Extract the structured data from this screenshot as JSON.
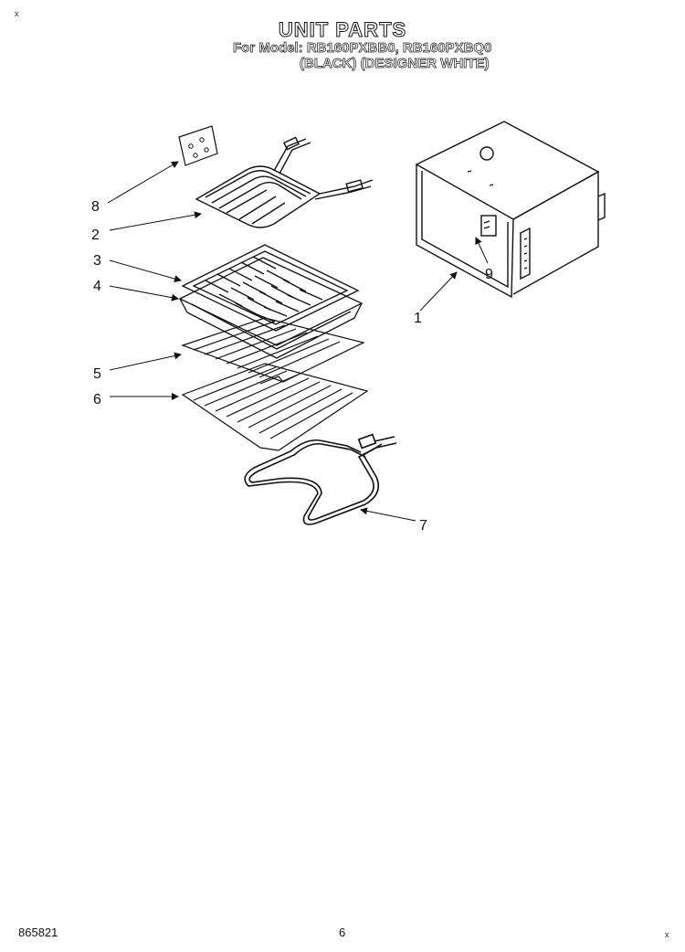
{
  "header": {
    "title": "UNIT PARTS",
    "model_line": "For Model: RB160PXBB0, RB160PXBQ0",
    "variant_line": "(BLACK) (DESIGNER WHITE)"
  },
  "corner_marks": {
    "top_left": "x",
    "bottom_right": "x"
  },
  "diagram": {
    "callouts": [
      "8",
      "2",
      "3",
      "4",
      "5",
      "6",
      "7",
      "1",
      "9"
    ]
  },
  "footer": {
    "doc_number": "865821",
    "page_number": "6"
  }
}
